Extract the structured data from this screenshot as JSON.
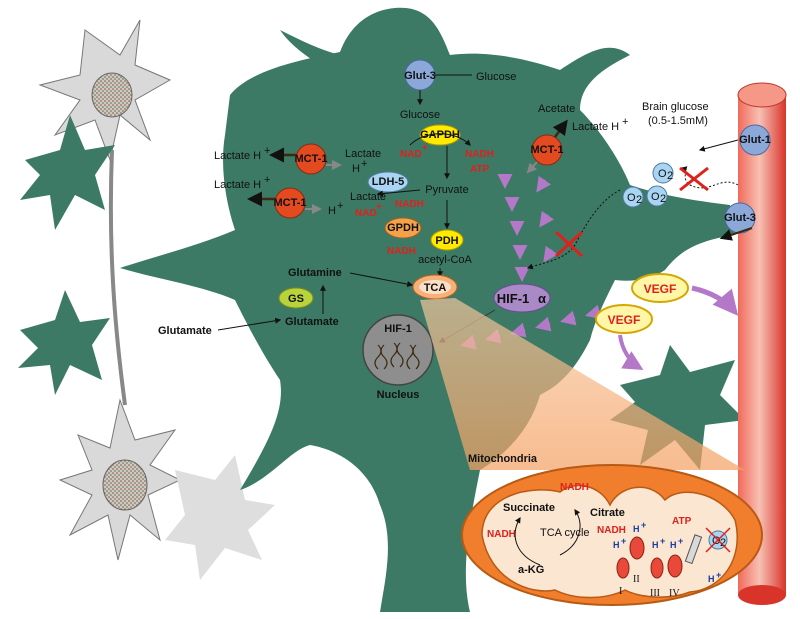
{
  "diagram": {
    "labels": {
      "glut3_top": "Glut-3",
      "glucose_ext": "Glucose",
      "glucose_in": "Glucose",
      "gapdh": "GAPDH",
      "nad_plus": "NAD",
      "nadh1": "NADH",
      "atp1": "ATP",
      "pyruvate": "Pyruvate",
      "ldh5": "LDH-5",
      "nad_plus2": "NAD",
      "nadh2": "NADH",
      "gpdh": "GPDH",
      "nadh3": "NADH",
      "pdh": "PDH",
      "acetyl_coa": "acetyl-CoA",
      "tca": "TCA",
      "glutamine": "Glutamine",
      "gs": "GS",
      "glutamate_out": "Glutamate",
      "glutamate_in": "Glutamate",
      "hif1": "HIF-1",
      "nucleus": "Nucleus",
      "hif1a": "HIF-1",
      "alpha": "α",
      "mct1_a": "MCT-1",
      "mct1_b": "MCT-1",
      "mct1_c": "MCT-1",
      "lactate_out1": "Lactate H",
      "lactate_out2": "Lactate H",
      "lactate_in1": "Lactate",
      "h_in1": "H",
      "lactate_in2": "Lactate",
      "h_in2": "H",
      "acetate": "Acetate",
      "lactate_right": "Lactate H",
      "brain_glucose": "Brain glucose",
      "brain_glucose_range": "(0.5-1.5mM)",
      "glut1": "Glut-1",
      "glut3_right": "Glut-3",
      "o2": "O",
      "o2_sub": "2",
      "vegf1": "VEGF",
      "vegf2": "VEGF",
      "mitochondria": "Mitochondria",
      "nadh_m1": "NADH",
      "succinate": "Succinate",
      "citrate": "Citrate",
      "tca_cycle": "TCA cycle",
      "nadh_m2": "NADH",
      "nadh_m3": "NADH",
      "akg": "a-KG",
      "atp_m": "ATP",
      "h_plus": "H",
      "complex_i": "I",
      "complex_ii": "II",
      "complex_iii": "III",
      "complex_iv": "IV"
    },
    "colors": {
      "astrocyte": "#3c7a66",
      "astrocyte_dark": "#2f6a56",
      "vessel": "#e8493a",
      "mitochondria": "#f07e2c",
      "red_text": "#e0201b",
      "mct": "#e44a20",
      "glut": "#8ba8d8",
      "gapdh": "#ffea00",
      "ldh": "#a9d4f2",
      "gpdh": "#f3a24a",
      "gs": "#b8d43a",
      "hif1a": "#a98ac6",
      "nucleus": "#8e8e8e",
      "arrow_purple": "#b478c8"
    }
  }
}
